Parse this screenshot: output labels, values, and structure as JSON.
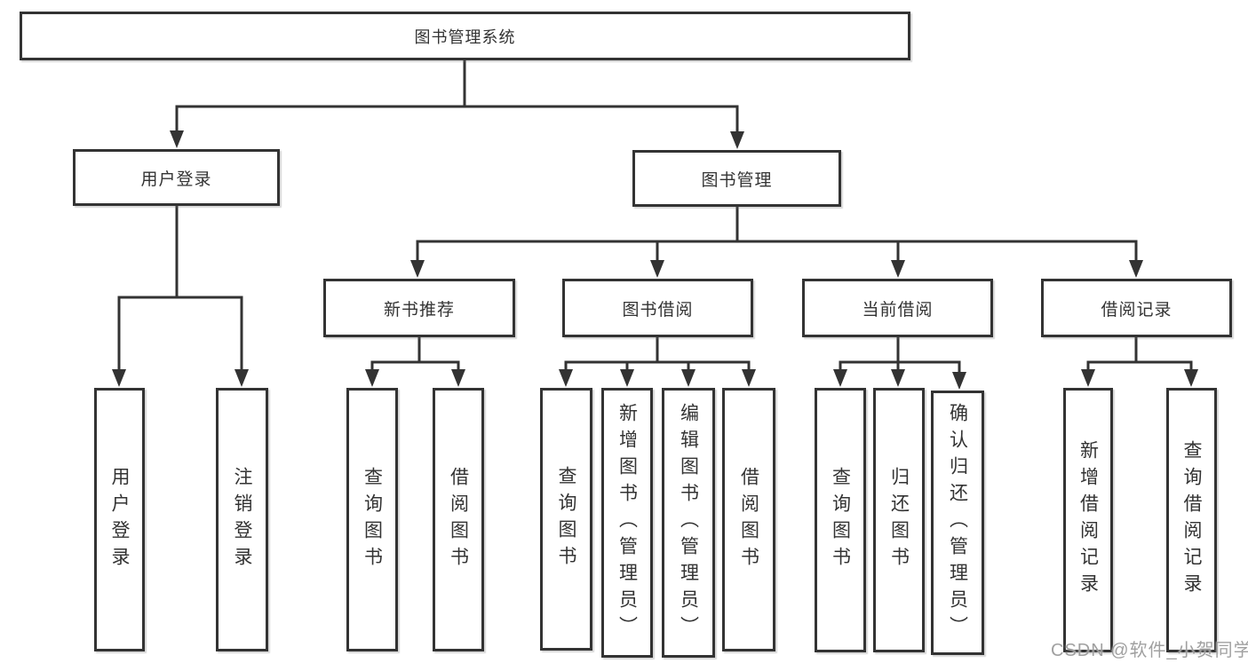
{
  "tree": {
    "label": "图书管理系统",
    "children": [
      {
        "label": "用户登录",
        "children": [
          {
            "label": "用户登录"
          },
          {
            "label": "注销登录"
          }
        ]
      },
      {
        "label": "图书管理",
        "children": [
          {
            "label": "新书推荐",
            "children": [
              {
                "label": "查询图书"
              },
              {
                "label": "借阅图书"
              }
            ]
          },
          {
            "label": "图书借阅",
            "children": [
              {
                "label": "查询图书"
              },
              {
                "label": "新增图书（管理员）"
              },
              {
                "label": "编辑图书（管理员）"
              },
              {
                "label": "借阅图书"
              }
            ]
          },
          {
            "label": "当前借阅",
            "children": [
              {
                "label": "查询图书"
              },
              {
                "label": "归还图书"
              },
              {
                "label": "确认归还（管理员）"
              }
            ]
          },
          {
            "label": "借阅记录",
            "children": [
              {
                "label": "新增借阅记录"
              },
              {
                "label": "查询借阅记录"
              }
            ]
          }
        ]
      }
    ]
  },
  "watermark": "CSDN @软件_小贺同学",
  "colors": {
    "line": "#333333",
    "box_border": "#333333",
    "box_fill": "#ffffff",
    "text": "#333333",
    "watermark": "#989898"
  }
}
